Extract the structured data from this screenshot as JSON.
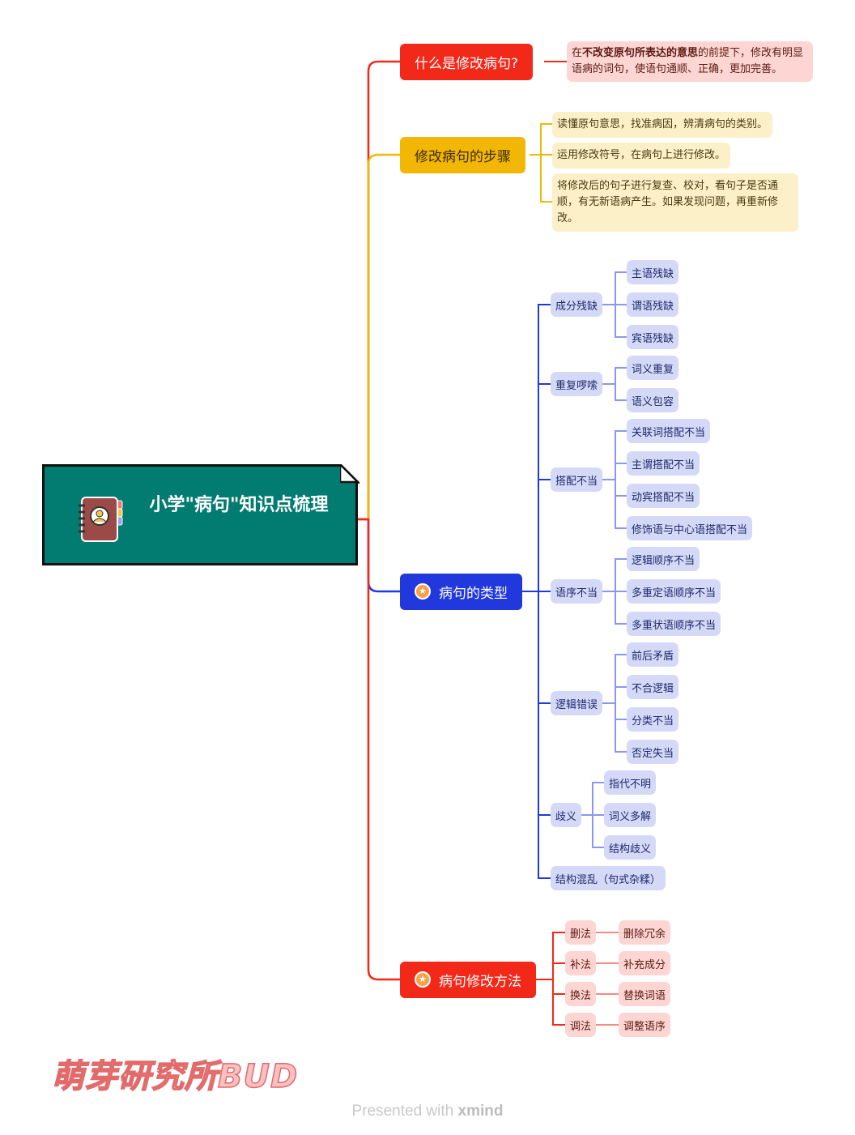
{
  "root": {
    "title": "小学\"病句\"知识点梳理"
  },
  "definition": {
    "label": "什么是修改病句?",
    "desc_pre": "在",
    "desc_bold": "不改变原句所表达的意思",
    "desc_post": "的前提下，修改有明显语病的词句，使语句通顺、正确，更加完善。"
  },
  "steps": {
    "label": "修改病句的步骤",
    "items": [
      "读懂原句意思，找准病因，辨清病句的类别。",
      "运用修改符号，在病句上进行修改。",
      "将修改后的句子进行复查、校对，看句子是否通顺，有无新语病产生。如果发现问题，再重新修改。"
    ]
  },
  "types": {
    "label": "病句的类型",
    "items": [
      {
        "label": "成分残缺",
        "children": [
          "主语残缺",
          "谓语残缺",
          "宾语残缺"
        ]
      },
      {
        "label": "重复啰嗦",
        "children": [
          "词义重复",
          "语义包容"
        ]
      },
      {
        "label": "搭配不当",
        "children": [
          "关联词搭配不当",
          "主谓搭配不当",
          "动宾搭配不当",
          "修饰语与中心语搭配不当"
        ]
      },
      {
        "label": "语序不当",
        "children": [
          "逻辑顺序不当",
          "多重定语顺序不当",
          "多重状语顺序不当"
        ]
      },
      {
        "label": "逻辑错误",
        "children": [
          "前后矛盾",
          "不合逻辑",
          "分类不当",
          "否定失当"
        ]
      },
      {
        "label": "歧义",
        "children": [
          "指代不明",
          "词义多解",
          "结构歧义"
        ]
      },
      {
        "label": "结构混乱（句式杂糅）",
        "children": []
      }
    ]
  },
  "methods": {
    "label": "病句修改方法",
    "items": [
      {
        "label": "删法",
        "children": [
          "删除冗余"
        ]
      },
      {
        "label": "补法",
        "children": [
          "补充成分"
        ]
      },
      {
        "label": "换法",
        "children": [
          "替换词语"
        ]
      },
      {
        "label": "调法",
        "children": [
          "调整语序"
        ]
      }
    ]
  },
  "watermark": "萌芽研究所BUD",
  "footer": {
    "pre": "Presented with ",
    "brand": "xmind"
  },
  "colors": {
    "red": "#f22818",
    "yellow": "#f2b705",
    "blue": "#2138dc",
    "teal": "#027b70"
  }
}
